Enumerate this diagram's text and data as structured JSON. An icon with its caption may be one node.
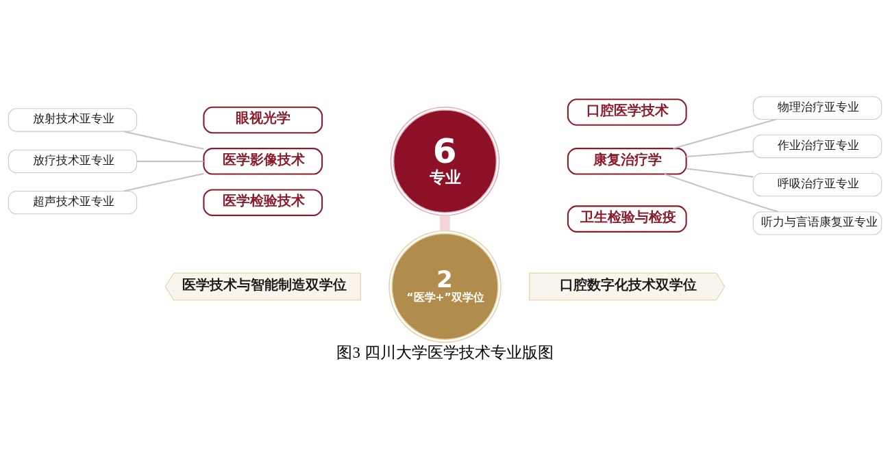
{
  "diagram": {
    "caption": "图3 四川大学医学技术专业版图",
    "nodes": [
      {
        "text": [
          "放射技术亚专业"
        ]
      },
      {
        "text": [
          "放疗技术亚专业"
        ]
      },
      {
        "text": [
          "超声技术亚专业"
        ]
      },
      {
        "text": [
          "眼视光学"
        ]
      },
      {
        "text": [
          "医学影像技术"
        ]
      },
      {
        "text": [
          "医学检验技术"
        ]
      },
      {
        "text": [
          "6",
          "专业"
        ]
      },
      {
        "text": [
          "口腔医学技术"
        ]
      },
      {
        "text": [
          "康复治疗学"
        ]
      },
      {
        "text": [
          "卫生检验与检疫"
        ]
      },
      {
        "text": [
          "物理治疗亚专业"
        ]
      },
      {
        "text": [
          "作业治疗亚专业"
        ]
      },
      {
        "text": [
          "呼吸治疗亚专业"
        ]
      },
      {
        "text": [
          "听力与言语康复亚专业"
        ]
      },
      {
        "text": [
          "医学技术与智能制造双学位"
        ]
      },
      {
        "text": [
          "2",
          "“医学+”双学位"
        ]
      },
      {
        "text": [
          "口腔数字化技术双学位"
        ]
      }
    ],
    "edges": [
      {
        "from": 4,
        "to": 0,
        "arrow": "none"
      },
      {
        "from": 4,
        "to": 1,
        "arrow": "none"
      },
      {
        "from": 4,
        "to": 2,
        "arrow": "none"
      },
      {
        "from": 8,
        "to": 10,
        "arrow": "none"
      },
      {
        "from": 8,
        "to": 11,
        "arrow": "none"
      },
      {
        "from": 8,
        "to": 12,
        "arrow": "none"
      },
      {
        "from": 8,
        "to": 13,
        "arrow": "none"
      },
      {
        "from": 6,
        "to": 15,
        "arrow": "none",
        "style": "thick",
        "color": "#f6d3da"
      }
    ]
  }
}
